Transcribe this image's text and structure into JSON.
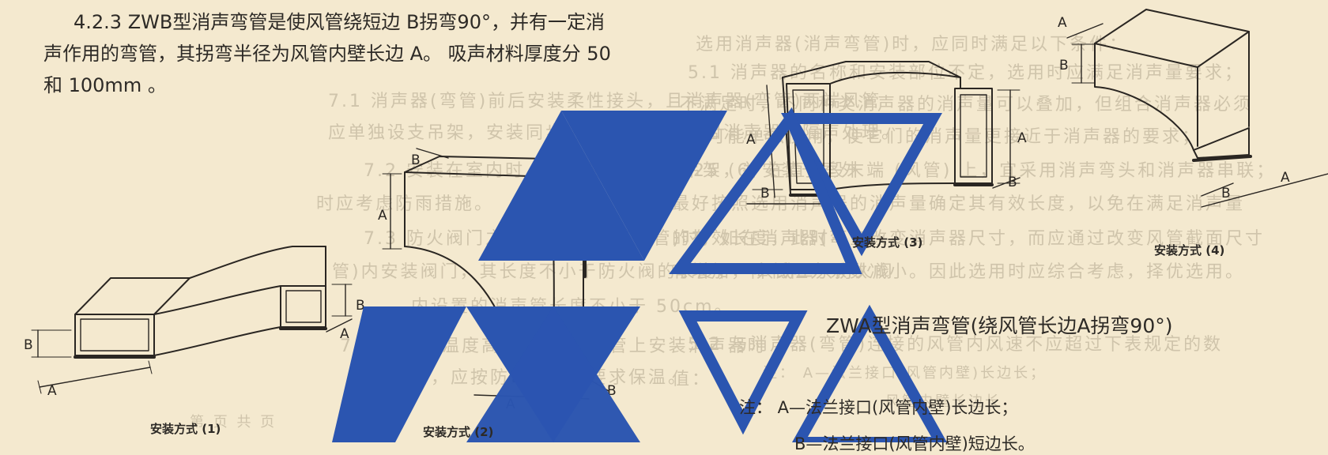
{
  "paragraph": {
    "line1": "4.2.3  ZWB型消声弯管是使风管绕短边 B拐弯90°，并有一定消",
    "line2": "声作用的弯管，其拐弯半径为风管内壁长边 A。 吸声材料厚度分 50",
    "line3": "和 100mm 。"
  },
  "captions": {
    "c1": "安装方式 (1)",
    "c2": "安装方式 (2)",
    "c3": "安装方式 (3)",
    "c4": "安装方式 (4)"
  },
  "zwa_title": "ZWA型消声弯管(绕风管长边A拐弯90°)",
  "notes": {
    "line1": "注：   A—法兰接口(风管内壁)长边长；",
    "line2": "B—法兰接口(风管内壁)短边长。"
  },
  "dimension_labels": {
    "A": "A",
    "B": "B"
  },
  "bleed_text": {
    "r1": "选用消声器(消声弯管)时，应同时满足以下条件：",
    "r2": "5.1 消声器的名称和安装部位不定，选用时应满足消声量要求；",
    "r3": "不满足时，不同种类消声器的消声量可以叠加，但组合消声器必须",
    "r4": "尽可能单独使用，使它们的消声量更接近于消声器的要求；",
    "r5": "1.25 (6) 在直管段末端 (风管) 上，宜采用消声弯头和消声器串联；",
    "r6": "最好按照选用消声器的消声量确定其有效长度，以免在满足消声量",
    "r7": "的有效长度，此时不宜改变消声器尺寸，而应通过改变风管截面尺寸",
    "r8": "有增加，降低阻力系数减小。因此选用时应综合考虑，择优选用。",
    "r9": "5.2  与消声器(弯管)连接的风管内风速不应超过下表规定的数",
    "r10": "值：",
    "r11": "7.1 消声器(弯管)前后安装柔性接头，且消声器(弯管)两端风管",
    "r12": "应单独设支吊架，安装同步拖时，应对风管和消声器作隔声处理。",
    "r13": "7.2 安装在室内时，应设置独立的支吊架，并安装于室外",
    "r14": "时应考虑防雨措施。",
    "r15": "7.3 防火阀门之后安装消声器(弯管)时，如在消声器(弯",
    "r16": "管)内安装阀门，其长度不小于防火阀的长度，一只或二只防火阀",
    "r17": "内设置的消声管长度不小于 50cm。",
    "r18": "7.4 当风管温度高于80℃的风管上安装消声器时",
    "r19": "管，应按防火规范的要求保温。",
    "r20": "注：   A—法兰接口(风管内壁)长边长；",
    "r21": "风管内壁长边长",
    "r22": "第 页 共 页"
  },
  "colors": {
    "paper": "#f4e9cf",
    "ink": "#2a2622",
    "watermark_blue": "#2b55b0"
  }
}
